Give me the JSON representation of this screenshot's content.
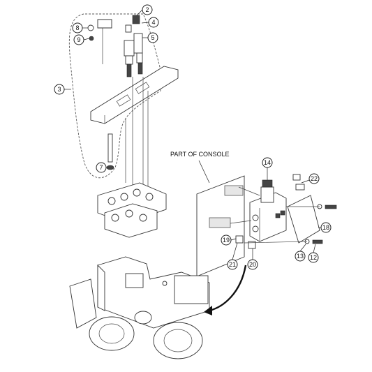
{
  "console_label": "PART OF CONSOLE",
  "callouts": [
    "2",
    "3",
    "4",
    "5",
    "7",
    "8",
    "9",
    "12",
    "13",
    "14",
    "18",
    "19",
    "20",
    "21",
    "22"
  ]
}
